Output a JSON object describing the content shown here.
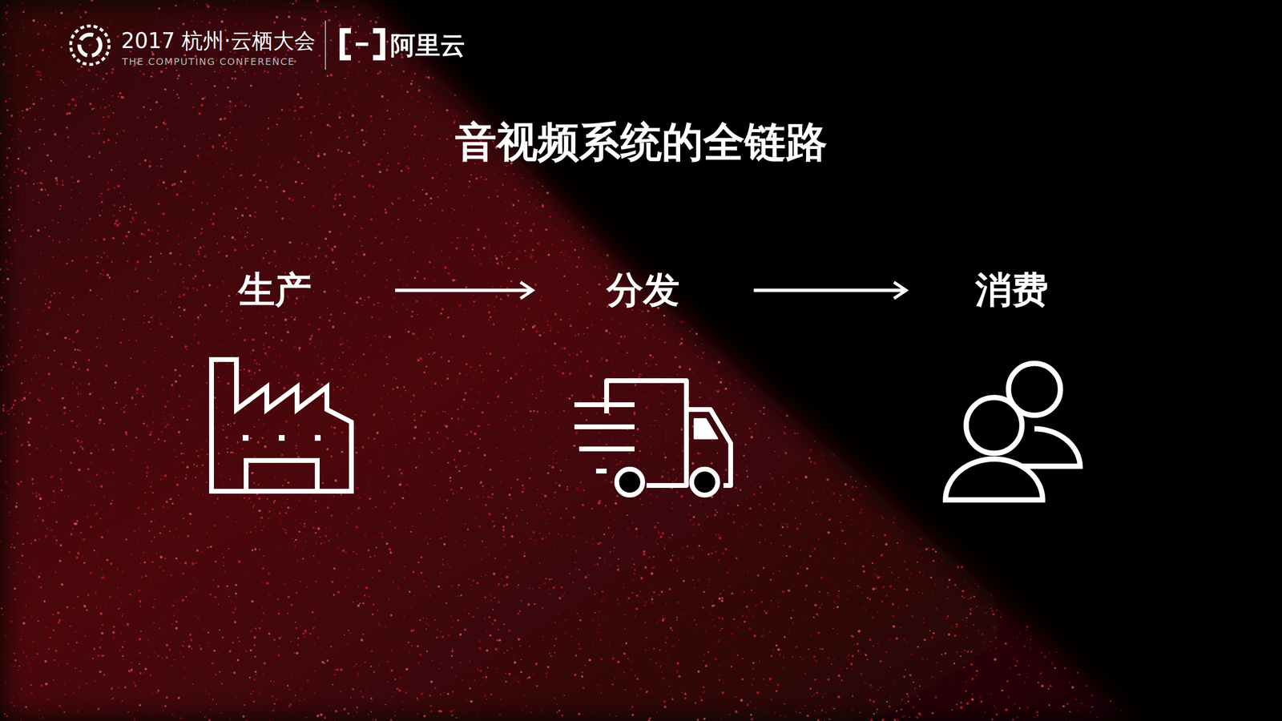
{
  "diagram": {
    "title": "音视频系统的全链路",
    "nodes": [
      {
        "text": [
          "生产"
        ]
      },
      {
        "text": [
          "分发"
        ]
      },
      {
        "text": [
          "消费"
        ]
      }
    ],
    "edges": [
      {
        "from": 0,
        "to": 1,
        "arrow": "to"
      },
      {
        "from": 1,
        "to": 2,
        "arrow": "to"
      }
    ],
    "labels": [
      "2017 杭州·云栖大会",
      "THE COMPUTING CONFERENCE",
      "阿里云"
    ]
  }
}
